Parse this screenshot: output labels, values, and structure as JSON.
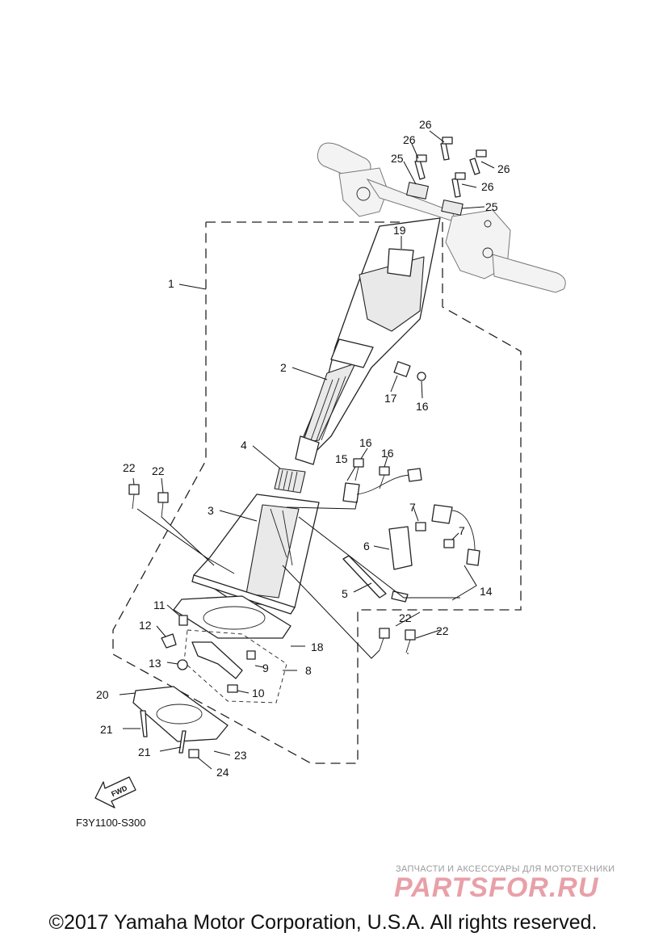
{
  "diagram": {
    "code": "F3Y1100-S300",
    "fwd_label": "FWD",
    "callouts": {
      "c1": "1",
      "c2": "2",
      "c3": "3",
      "c4": "4",
      "c5": "5",
      "c6": "6",
      "c7a": "7",
      "c7b": "7",
      "c8": "8",
      "c9": "9",
      "c10": "10",
      "c11": "11",
      "c12": "12",
      "c13": "13",
      "c14": "14",
      "c15": "15",
      "c16a": "16",
      "c16b": "16",
      "c16c": "16",
      "c17": "17",
      "c18": "18",
      "c19": "19",
      "c20": "20",
      "c21a": "21",
      "c21b": "21",
      "c22a": "22",
      "c22b": "22",
      "c22c": "22",
      "c22d": "22",
      "c23": "23",
      "c24": "24",
      "c25a": "25",
      "c25b": "25",
      "c26a": "26",
      "c26b": "26",
      "c26c": "26",
      "c26d": "26"
    }
  },
  "watermark": {
    "tagline": "ЗАПЧАСТИ И АКСЕССУАРЫ ДЛЯ МОТОТЕХНИКИ",
    "brand": "PARTSFOR.RU"
  },
  "footer": {
    "copyright": "©2017 Yamaha Motor Corporation, U.S.A. All rights reserved."
  }
}
